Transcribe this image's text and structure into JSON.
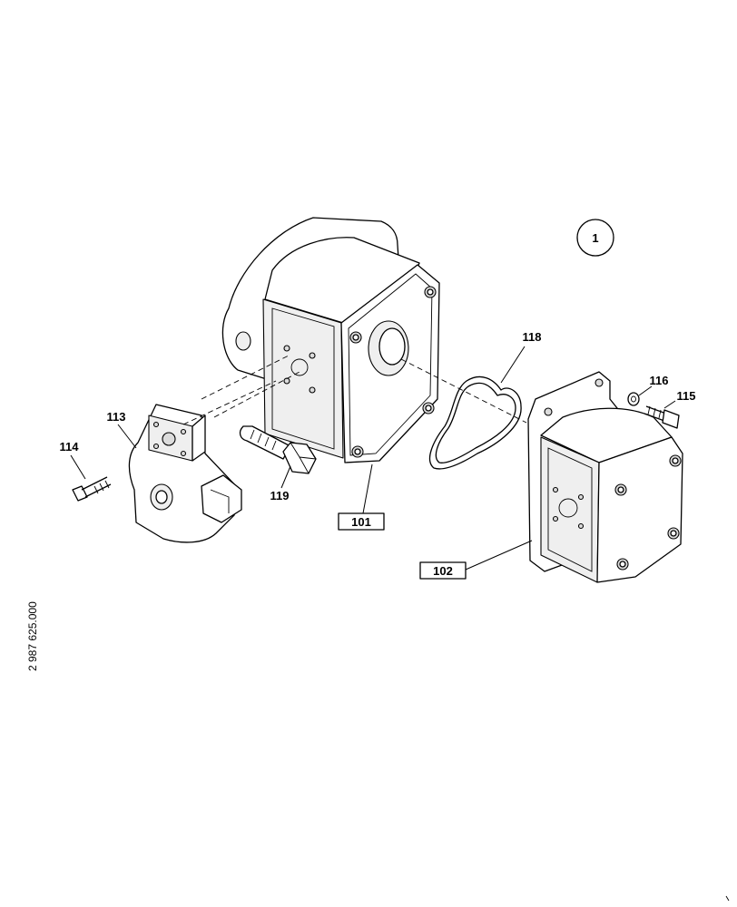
{
  "diagram": {
    "figure_number": "1",
    "document_number": "2 987 625.000",
    "callouts": {
      "c101": "101",
      "c102": "102",
      "c113": "113",
      "c114": "114",
      "c115": "115",
      "c116": "116",
      "c118": "118",
      "c119": "119"
    }
  }
}
